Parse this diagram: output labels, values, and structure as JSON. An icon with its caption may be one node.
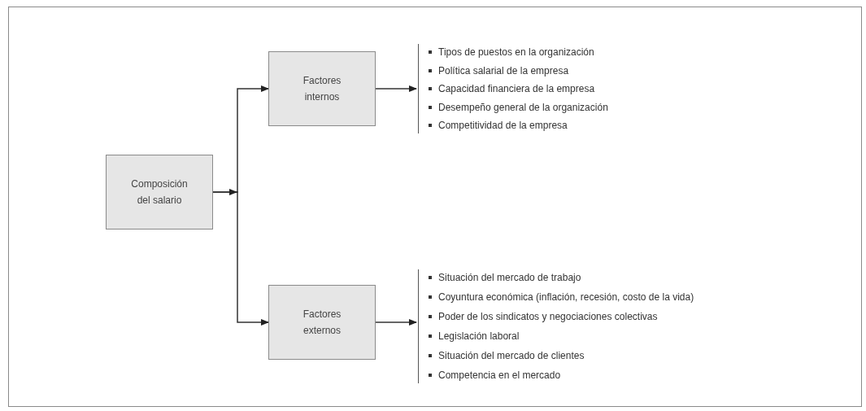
{
  "diagram": {
    "nodes": [
      {
        "text": [
          "Composición del salario"
        ]
      },
      {
        "text": [
          "Factores internos"
        ]
      },
      {
        "text": [
          "Factores externos"
        ]
      },
      {
        "text": [
          "Tipos de puestos en la organización",
          "Política salarial de la empresa",
          "Capacidad financiera de la empresa",
          "Desempeño general de la organización",
          "Competitividad de la empresa"
        ]
      },
      {
        "text": [
          "Situación del mercado de trabajo",
          "Coyuntura económica (inflación, recesión, costo de la vida)",
          "Poder de los sindicatos y negociaciones colectivas",
          "Legislación laboral",
          "Situación del mercado de clientes",
          "Competencia en el mercado"
        ]
      }
    ],
    "edges": [
      {
        "from": 0,
        "to": 1,
        "arrow": "to"
      },
      {
        "from": 0,
        "to": 2,
        "arrow": "to"
      },
      {
        "from": 1,
        "to": 3,
        "arrow": "to"
      },
      {
        "from": 2,
        "to": 4,
        "arrow": "to"
      }
    ]
  }
}
